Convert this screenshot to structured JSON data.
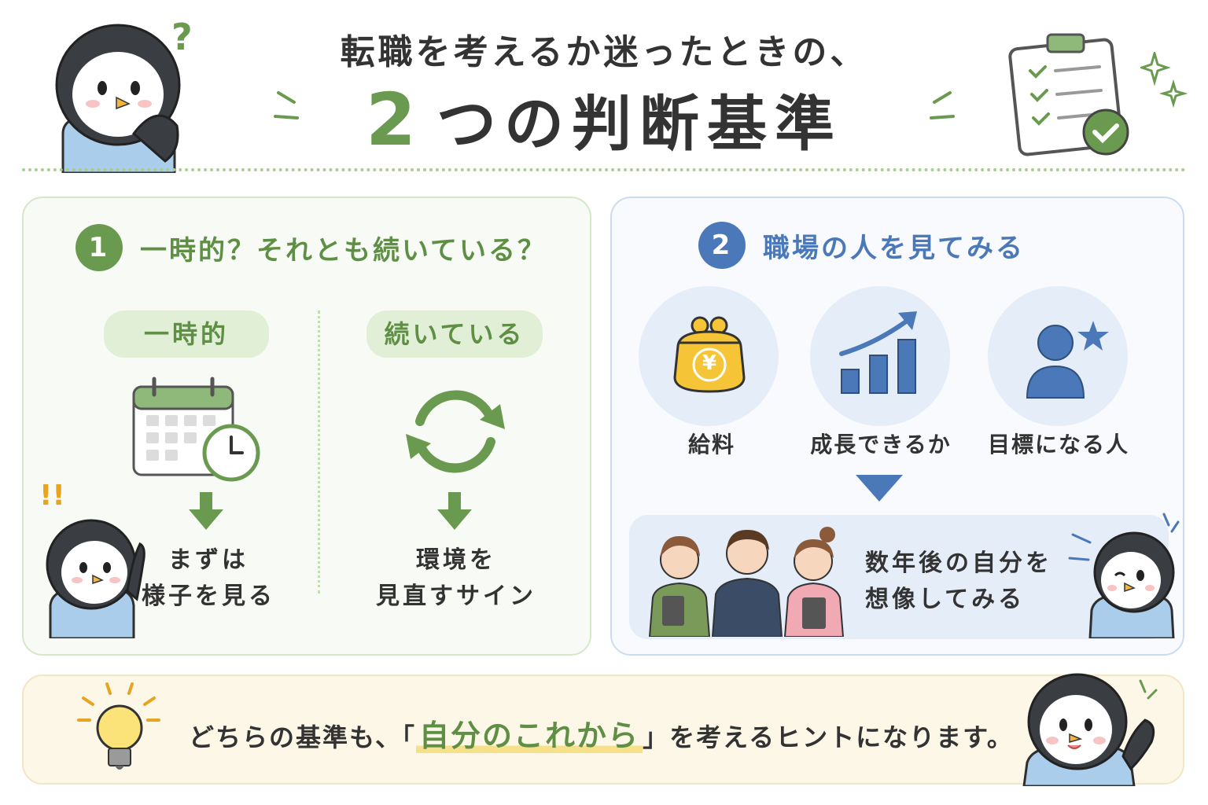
{
  "header": {
    "line1": "転職を考えるか迷ったときの、",
    "line2_number": "2",
    "line2_text": "つの判断基準",
    "question_mark": "?"
  },
  "section1": {
    "number": "1",
    "title": "一時的？それとも続いている？",
    "columns": [
      {
        "tag": "一時的",
        "caption_line1": "まずは",
        "caption_line2": "様子を見る",
        "icon": "calendar-clock-icon"
      },
      {
        "tag": "続いている",
        "caption_line1": "環境を",
        "caption_line2": "見直すサイン",
        "icon": "refresh-cycle-icon"
      }
    ],
    "exclaim": "!!"
  },
  "section2": {
    "number": "2",
    "title": "職場の人を見てみる",
    "items": [
      {
        "label": "給料",
        "icon": "yen-purse-icon"
      },
      {
        "label": "成長できるか",
        "icon": "growth-chart-icon"
      },
      {
        "label": "目標になる人",
        "icon": "person-star-icon"
      }
    ],
    "future_line1": "数年後の自分を",
    "future_line2": "想像してみる",
    "yen_symbol": "¥"
  },
  "banner": {
    "text_before": "どちらの基準も、「",
    "highlight": "自分のこれから",
    "text_after": "」を考えるヒントになります。"
  },
  "colors": {
    "green": "#6a9a4f",
    "blue": "#4a78b8",
    "light_green": "#e2efd7",
    "light_blue": "#e4edf8",
    "banner_bg": "#fdf7e8"
  }
}
